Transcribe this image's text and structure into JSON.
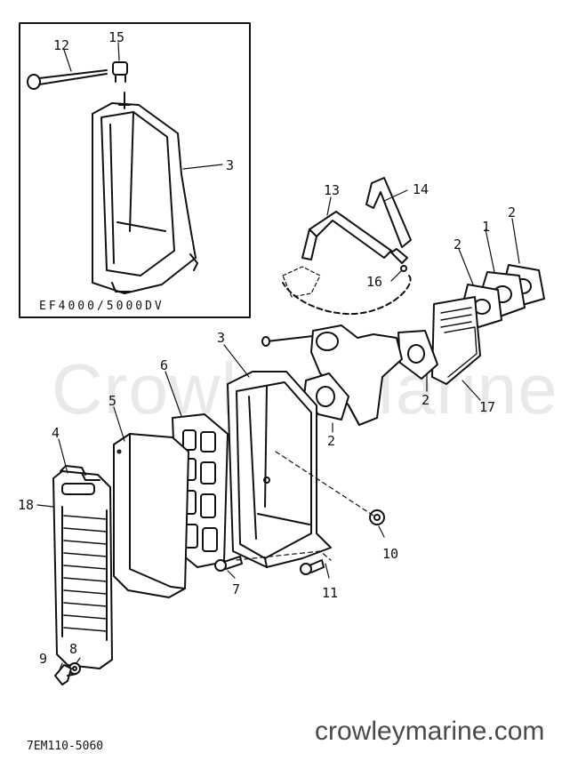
{
  "watermark": "Crowley Marine",
  "footer": {
    "site": "crowleymarine.com",
    "code": "7EM110-5060"
  },
  "inset": {
    "caption": "EF4000/5000DV"
  },
  "callouts": {
    "inset_12": "12",
    "inset_15": "15",
    "inset_3": "3",
    "hose_13": "13",
    "hose_14": "14",
    "clip_16": "16",
    "gasket_2a": "2",
    "spacer_1": "1",
    "gasket_2b": "2",
    "reed_17": "17",
    "gasket_2c": "2",
    "gasket_2d": "2",
    "case_3": "3",
    "frame_6": "6",
    "element_5": "5",
    "cover_4": "4",
    "grille_18": "18",
    "bolt_7": "7",
    "nut_10": "10",
    "bolt_11": "11",
    "washer_8": "8",
    "knob_9": "9"
  }
}
